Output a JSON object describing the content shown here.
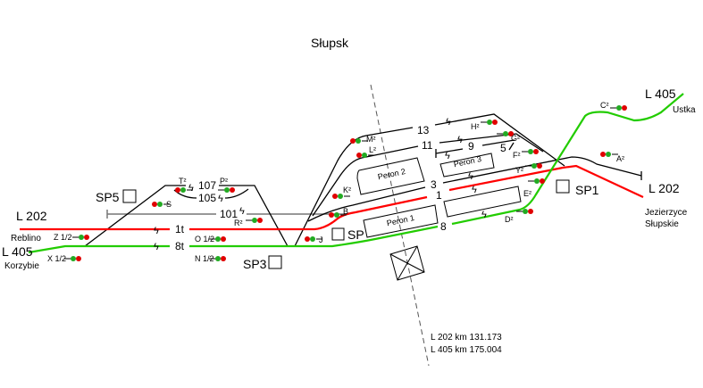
{
  "title": "Słupsk",
  "colors": {
    "l202": "#ff0000",
    "l405": "#22cc00",
    "track": "#000000",
    "track101": "#777777",
    "signal_red": "#e00000",
    "signal_green": "#22aa22"
  },
  "lines": {
    "left_l202": "L 202",
    "left_l202_dest": "Reblino",
    "left_l405": "L 405",
    "left_l405_dest": "Korzybie",
    "right_l405": "L 405",
    "right_l405_dest": "Ustka",
    "right_l202": "L 202",
    "right_l202_dest_1": "Jezierzyce",
    "right_l202_dest_2": "Słupskie"
  },
  "tracks": {
    "t107": "107",
    "t105": "105",
    "t101": "101",
    "t1t": "1t",
    "t8t": "8t",
    "t13": "13",
    "t11": "11",
    "t9": "9",
    "t5": "5",
    "t3": "3",
    "t1": "1",
    "t8": "8"
  },
  "platforms": {
    "p1": "Peron 1",
    "p2": "Peron 2",
    "p3": "Peron 3"
  },
  "posts": {
    "sp5": "SP5",
    "sp": "SP",
    "sp3": "SP3",
    "sp1": "SP1"
  },
  "signals": [
    "T2",
    "P2",
    "S",
    "R2",
    "Z 1/2",
    "X 1/2",
    "O 1/2",
    "N 1/2",
    "J",
    "B",
    "K2",
    "L2",
    "M2",
    "H2",
    "G2",
    "F2",
    "Y2",
    "E2",
    "D2",
    "C2",
    "A2"
  ],
  "km": {
    "l202": "L 202 km  131.173",
    "l405": "L 405 km  175.004"
  }
}
